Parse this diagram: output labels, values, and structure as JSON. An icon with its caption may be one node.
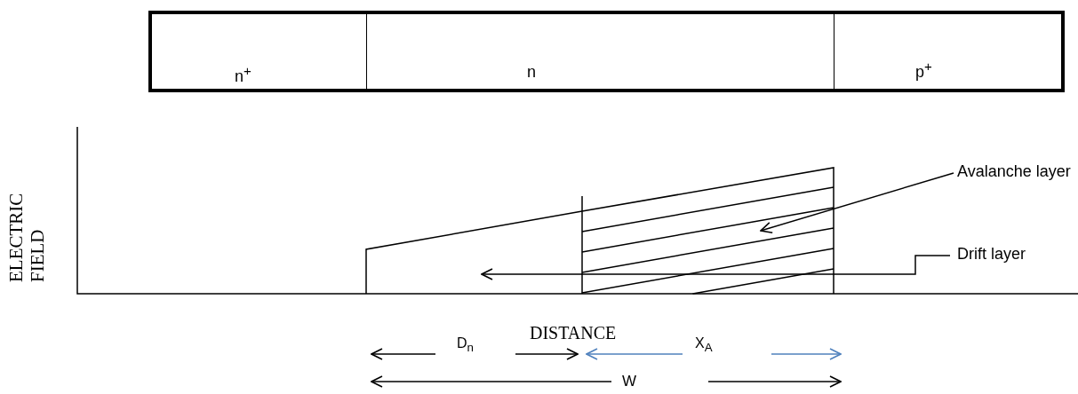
{
  "diagram": {
    "nodes": [
      {
        "text": [
          "n$^{+}$"
        ]
      },
      {
        "text": [
          "n"
        ]
      },
      {
        "text": [
          "p$^{+}$"
        ]
      },
      {
        "text": [
          "Avalanche layer"
        ]
      },
      {
        "text": [],
        "shape": "box"
      },
      {
        "text": [
          "Drift layer"
        ]
      },
      {
        "text": [],
        "shape": "box"
      }
    ],
    "edges": [
      {
        "from": 3,
        "to": 4,
        "arrow": "to"
      },
      {
        "from": 5,
        "to": 6,
        "arrow": "to"
      }
    ],
    "labels": [
      "ELECTRIC FIELD",
      "DISTANCE",
      "D$_{n}$",
      "X$_{A}$",
      "W"
    ]
  }
}
